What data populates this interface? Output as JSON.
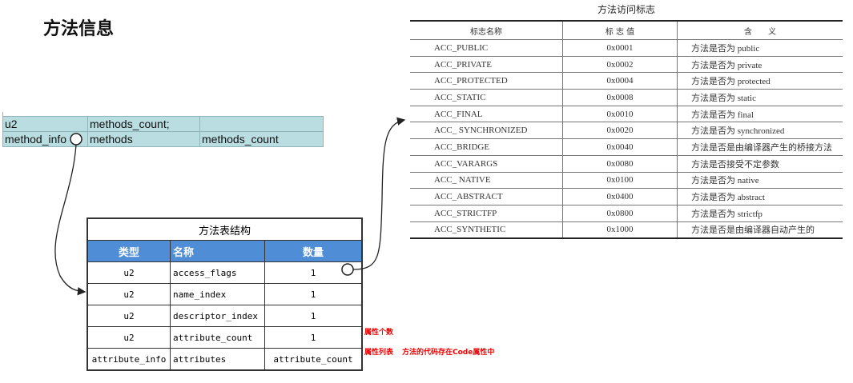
{
  "title": "方法信息",
  "class_rows": [
    [
      "u2",
      "methods_count;",
      ""
    ],
    [
      "method_info",
      "methods",
      "methods_count"
    ]
  ],
  "method_table": {
    "caption": "方法表结构",
    "headers": [
      "类型",
      "名称",
      "数量"
    ],
    "rows": [
      [
        "u2",
        "access_flags",
        "1"
      ],
      [
        "u2",
        "name_index",
        "1"
      ],
      [
        "u2",
        "descriptor_index",
        "1"
      ],
      [
        "u2",
        "attribute_count",
        "1"
      ],
      [
        "attribute_info",
        "attributes",
        "attribute_count"
      ]
    ]
  },
  "notes": {
    "attr_count": "属性个数",
    "attr_list": "属性列表",
    "code_note": "方法的代码存在Code属性中"
  },
  "access_table": {
    "title": "方法访问标志",
    "headers": [
      "标志名称",
      "标 志 值",
      "含　　义"
    ],
    "rows": [
      [
        "ACC_PUBLIC",
        "0x0001",
        "方法是否为 public"
      ],
      [
        "ACC_PRIVATE",
        "0x0002",
        "方法是否为 private"
      ],
      [
        "ACC_PROTECTED",
        "0x0004",
        "方法是否为 protected"
      ],
      [
        "ACC_STATIC",
        "0x0008",
        "方法是否为 static"
      ],
      [
        "ACC_FINAL",
        "0x0010",
        "方法是否为 final"
      ],
      [
        "ACC_ SYNCHRONIZED",
        "0x0020",
        "方法是否为 synchronized"
      ],
      [
        "ACC_BRIDGE",
        "0x0040",
        "方法是否是由编译器产生的桥接方法"
      ],
      [
        "ACC_VARARGS",
        "0x0080",
        "方法是否接受不定参数"
      ],
      [
        "ACC_ NATIVE",
        "0x0100",
        "方法是否为 native"
      ],
      [
        "ACC_ABSTRACT",
        "0x0400",
        "方法是否为 abstract"
      ],
      [
        "ACC_STRICTFP",
        "0x0800",
        "方法是否为 strictfp"
      ],
      [
        "ACC_SYNTHETIC",
        "0x1000",
        "方法是否是由编译器自动产生的"
      ]
    ]
  }
}
